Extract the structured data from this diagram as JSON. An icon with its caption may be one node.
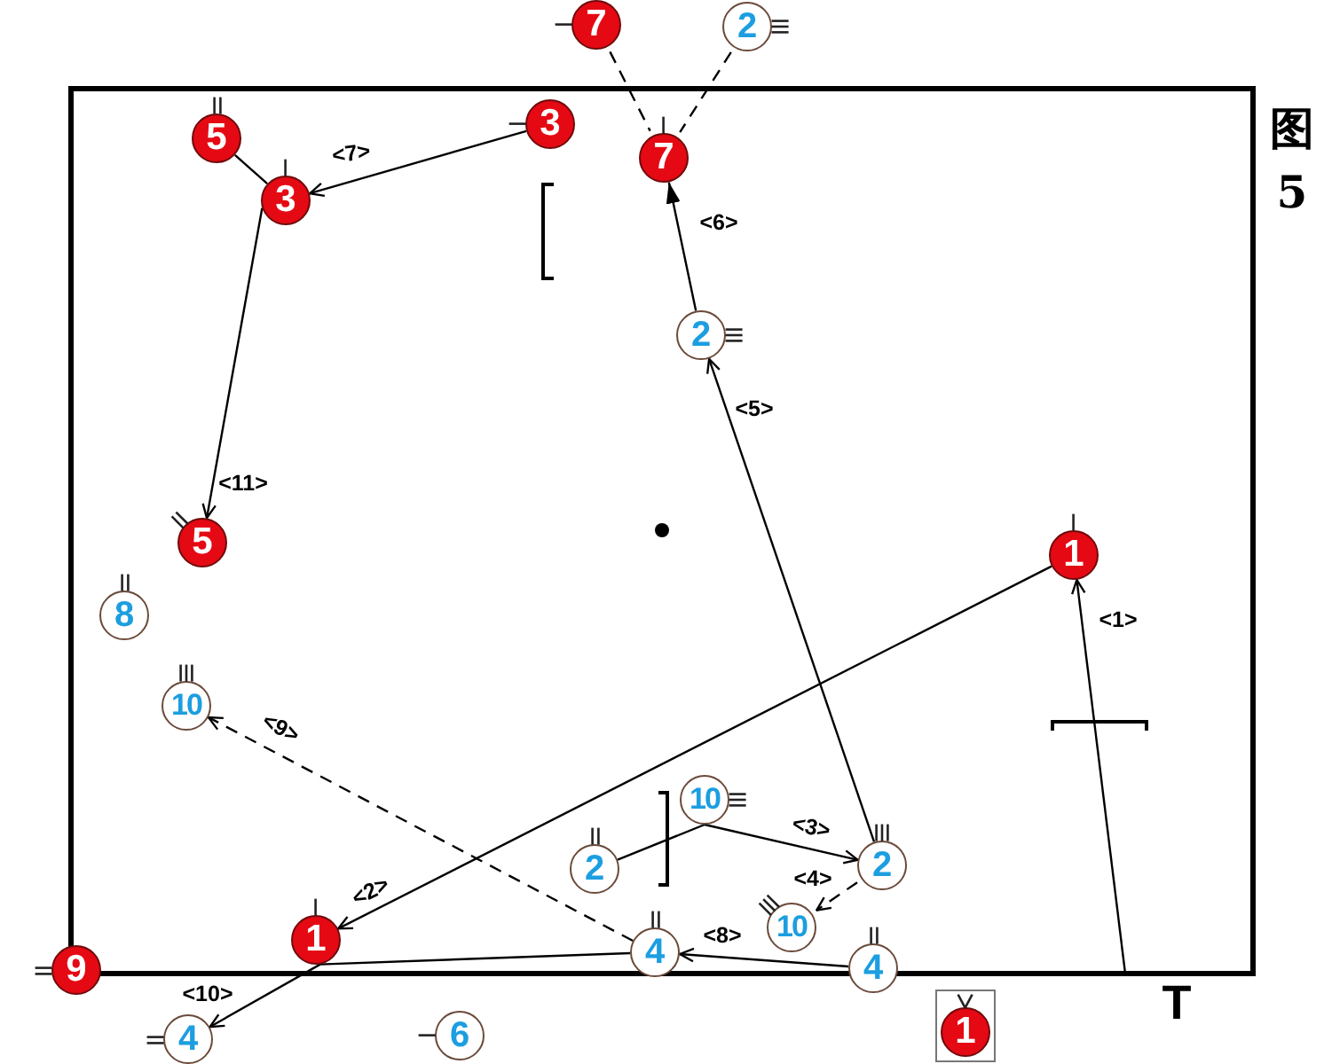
{
  "diagram": {
    "title": "图 5",
    "nodes": [
      {
        "text": [
          "7"
        ]
      },
      {
        "text": [
          "2"
        ]
      },
      {
        "text": [
          "3"
        ]
      },
      {
        "text": [
          "5"
        ]
      },
      {
        "text": [
          "7"
        ]
      },
      {
        "text": [
          "3"
        ]
      },
      {
        "text": [
          "2"
        ]
      },
      {
        "text": [
          "5"
        ]
      },
      {
        "text": [
          "1"
        ]
      },
      {
        "text": [
          "8"
        ]
      },
      {
        "text": [
          "10"
        ]
      },
      {
        "text": [
          "10"
        ]
      },
      {
        "text": [
          "2"
        ]
      },
      {
        "text": [
          "2"
        ]
      },
      {
        "text": [
          "10"
        ]
      },
      {
        "text": [
          "1"
        ]
      },
      {
        "text": [
          "4"
        ]
      },
      {
        "text": [
          "4"
        ]
      },
      {
        "text": [
          "9"
        ]
      },
      {
        "text": [],
        "shape": "box"
      },
      {
        "text": [
          "1"
        ],
        "in": 19
      },
      {
        "text": [
          "6"
        ]
      },
      {
        "text": [
          "4"
        ]
      }
    ],
    "edges": [
      {
        "from": null,
        "to": 8,
        "arrow": "to",
        "label": "<1>"
      },
      {
        "from": 8,
        "to": 15,
        "arrow": "to",
        "label": "<2>"
      },
      {
        "from": 13,
        "to": 11,
        "arrow": "none"
      },
      {
        "from": 11,
        "to": 12,
        "arrow": "to",
        "label": "<3>"
      },
      {
        "from": 12,
        "to": 14,
        "arrow": "to",
        "label": "<4>",
        "style": "dashed"
      },
      {
        "from": 12,
        "to": 6,
        "arrow": "to",
        "label": "<5>"
      },
      {
        "from": 6,
        "to": 4,
        "arrow": "to",
        "label": "<6>"
      },
      {
        "from": 2,
        "to": 5,
        "arrow": "to",
        "label": "<7>"
      },
      {
        "from": 17,
        "to": 16,
        "arrow": "to",
        "label": "<8>"
      },
      {
        "from": 16,
        "to": 10,
        "arrow": "to",
        "label": "<9>",
        "style": "dashed"
      },
      {
        "from": 15,
        "to": 22,
        "arrow": "to",
        "label": "<10>"
      },
      {
        "from": 5,
        "to": 7,
        "arrow": "to",
        "label": "<11>"
      },
      {
        "from": 3,
        "to": 5,
        "arrow": "none"
      },
      {
        "from": 16,
        "to": 15,
        "arrow": "none"
      },
      {
        "from": 0,
        "to": 4,
        "arrow": "none",
        "style": "dashed"
      },
      {
        "from": 1,
        "to": 4,
        "arrow": "none",
        "style": "dashed"
      }
    ],
    "labels": [
      "T"
    ]
  }
}
